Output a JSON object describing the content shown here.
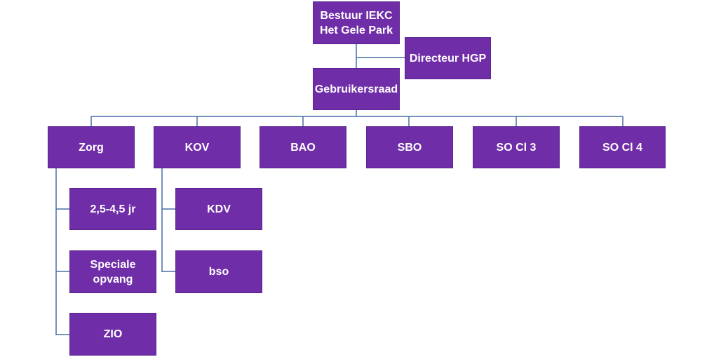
{
  "colors": {
    "box_fill": "#6f2da8",
    "connector": "#4a6fa5",
    "text": "#ffffff",
    "background": "#ffffff"
  },
  "nodes": {
    "bestuur": {
      "line1": "Bestuur IEKC",
      "line2": "Het Gele Park"
    },
    "directeur": {
      "label": "Directeur HGP"
    },
    "gebruikersraad": {
      "label": "Gebruikersraad"
    },
    "zorg": {
      "label": "Zorg"
    },
    "kov": {
      "label": "KOV"
    },
    "bao": {
      "label": "BAO"
    },
    "sbo": {
      "label": "SBO"
    },
    "so_cl3": {
      "label": "SO Cl 3"
    },
    "so_cl4": {
      "label": "SO Cl 4"
    },
    "leeftijd": {
      "label": "2,5-4,5 jr"
    },
    "speciale_opvang": {
      "line1": "Speciale",
      "line2": "opvang"
    },
    "zio": {
      "label": "ZIO"
    },
    "kdv": {
      "label": "KDV"
    },
    "bso": {
      "label": "bso"
    }
  }
}
